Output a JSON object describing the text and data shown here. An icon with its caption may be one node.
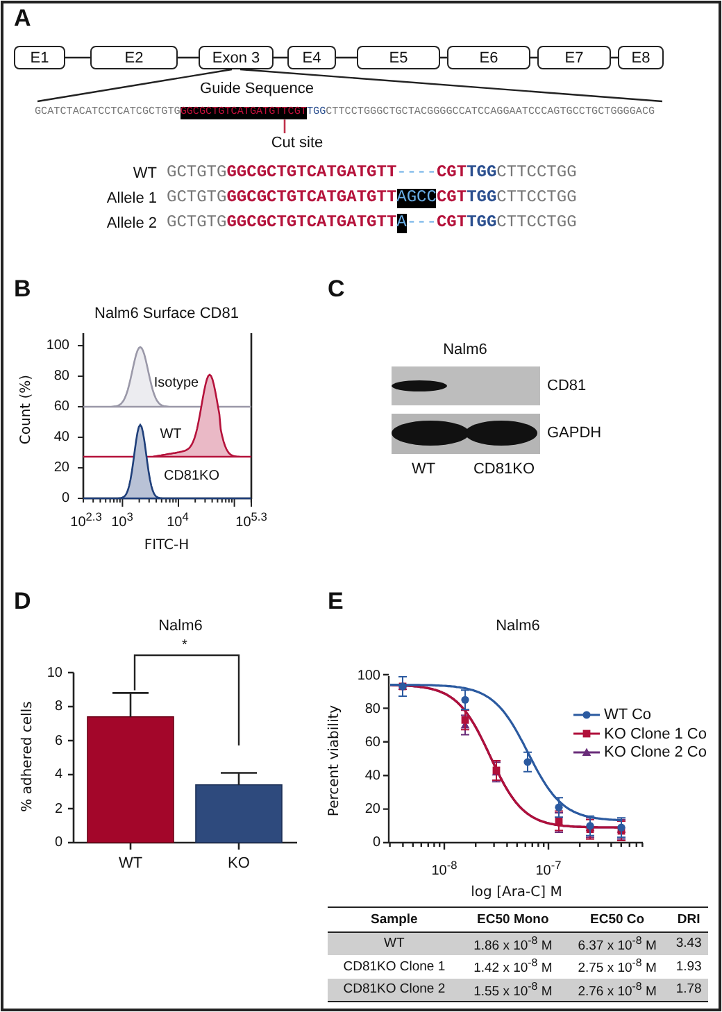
{
  "diagram": {
    "nodes": [
      {
        "text": [
          "E1"
        ]
      },
      {
        "text": [
          "E2"
        ]
      },
      {
        "text": [
          "Exon 3"
        ]
      },
      {
        "text": [
          "E4"
        ]
      },
      {
        "text": [
          "E5"
        ]
      },
      {
        "text": [
          "E6"
        ]
      },
      {
        "text": [
          "E7"
        ]
      },
      {
        "text": [
          "E8"
        ]
      },
      {
        "text": [
          "Cut site"
        ]
      },
      {
        "text": [
          "GGCGCTGTCATGATGTTCGT"
        ]
      }
    ],
    "edges": [
      {
        "from": 0,
        "to": 1,
        "arrow": "none"
      },
      {
        "from": 1,
        "to": 2,
        "arrow": "none"
      },
      {
        "from": 2,
        "to": 3,
        "arrow": "none"
      },
      {
        "from": 3,
        "to": 4,
        "arrow": "none"
      },
      {
        "from": 4,
        "to": 5,
        "arrow": "none"
      },
      {
        "from": 5,
        "to": 6,
        "arrow": "none"
      },
      {
        "from": 6,
        "to": 7,
        "arrow": "none"
      },
      {
        "from": 8,
        "to": 9,
        "arrow": "none",
        "color": "#c0304a"
      }
    ],
    "labels": [
      "A",
      "Guide Sequence",
      "GCATCTACATCCTCATCGCTGTG",
      "TGG",
      "CTTCCTGGGCTGCTACGGGGCCATCCAGGAATCCCAGTGCCTGCTGGGGACG",
      "WT",
      "GCTGTG",
      "GGCGCTGTCATGATGTT",
      "----",
      "CGT",
      "TGG",
      "CTTCCTGG",
      "Allele 1",
      "GCTGTG",
      "GGCGCTGTCATGATGTT",
      "AGCC",
      "CGT",
      "TGG",
      "CTTCCTGG",
      "Allele 2",
      "GCTGTG",
      "GGCGCTGTCATGATGTT",
      "A",
      "---",
      "CGT",
      "TGG",
      "CTTCCTGG",
      "B",
      "Nalm6 Surface CD81",
      "Count (%)",
      "100",
      "80",
      "60",
      "40",
      "20",
      "0",
      "Isotype",
      "WT",
      "CD81KO",
      "10$^{2.3}$",
      "10$^{3}$",
      "10$^{4}$",
      "10$^{5.3}$",
      "FITC-H",
      "C",
      "Nalm6",
      "CD81",
      "GAPDH",
      "WT",
      "CD81KO",
      "D",
      "E",
      "Nalm6",
      "Percent viability",
      "100",
      "80",
      "60",
      "40",
      "20",
      "0",
      "10$^{-8}$",
      "10$^{-7}$",
      "log [Ara-C] M",
      "Sample",
      "EC50 Mono",
      "EC50 Co",
      "DRI",
      "WT",
      "1.86 x 10$^{-8}$ M",
      "6.37 x 10$^{-8}$ M",
      "3.43",
      "CD81KO Clone 1",
      "1.42 x 10$^{-8}$ M",
      "2.75 x 10$^{-8}$ M",
      "1.93",
      "CD81KO Clone 2",
      "1.55 x 10$^{-8}$ M",
      "2.76 x 10$^{-8}$ M",
      "1.78"
    ],
    "legend": [
      {
        "text": "WT Co"
      },
      {
        "text": "KO Clone 1 Co"
      },
      {
        "text": "KO Clone 2 Co"
      }
    ],
    "chart_data": {
      "type": "bar",
      "title": "Nalm6",
      "ylabel": "% adhered cells",
      "categories": [
        "WT",
        "KO"
      ],
      "values": [
        7.4,
        3.4
      ],
      "errors": [
        1.4,
        0.7
      ],
      "ylim": [
        0,
        10
      ],
      "yticks": [
        0,
        2,
        4,
        6,
        8,
        10
      ],
      "annotations": [
        "*"
      ]
    }
  }
}
